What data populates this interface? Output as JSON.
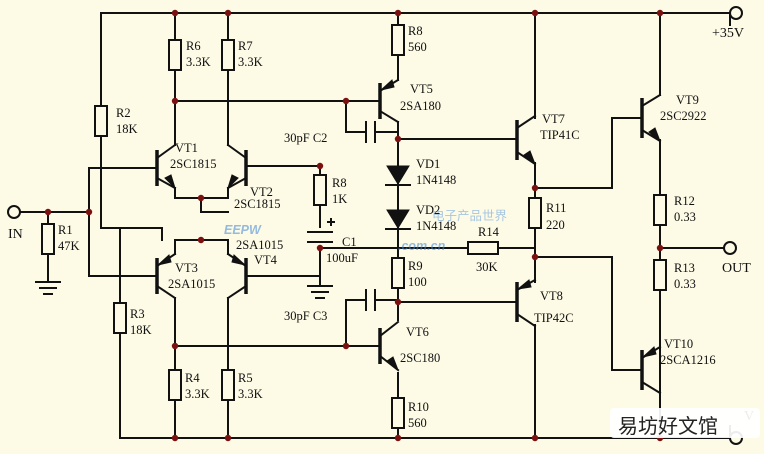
{
  "terminals": {
    "input": "IN",
    "output": "OUT",
    "supply_pos": "+35V",
    "supply_neg": "V"
  },
  "components": {
    "R1": {
      "ref": "R1",
      "value": "47K"
    },
    "R2": {
      "ref": "R2",
      "value": "18K"
    },
    "R3": {
      "ref": "R3",
      "value": "18K"
    },
    "R4": {
      "ref": "R4",
      "value": "3.3K"
    },
    "R5": {
      "ref": "R5",
      "value": "3.3K"
    },
    "R6": {
      "ref": "R6",
      "value": "3.3K"
    },
    "R7": {
      "ref": "R7",
      "value": "3.3K"
    },
    "R8a": {
      "ref": "R8",
      "value": "560"
    },
    "R8b": {
      "ref": "R8",
      "value": "1K"
    },
    "R9": {
      "ref": "R9",
      "value": "100"
    },
    "R10": {
      "ref": "R10",
      "value": "560"
    },
    "R11": {
      "ref": "R11",
      "value": "220"
    },
    "R12": {
      "ref": "R12",
      "value": "0.33"
    },
    "R13": {
      "ref": "R13",
      "value": "0.33"
    },
    "R14": {
      "ref": "R14",
      "value": "30K"
    },
    "C1": {
      "ref": "C1",
      "value": "100uF",
      "polarity": "+"
    },
    "C2": {
      "label": "30pF  C2"
    },
    "C3": {
      "label": "30pF  C3"
    },
    "VD1": {
      "ref": "VD1",
      "part": "1N4148"
    },
    "VD2": {
      "ref": "VD2",
      "part": "1N4148"
    },
    "VT1": {
      "ref": "VT1",
      "part": "2SC1815",
      "type": "NPN"
    },
    "VT2": {
      "ref": "VT2",
      "part": "2SC1815",
      "type": "NPN"
    },
    "VT3": {
      "ref": "VT3",
      "part": "2SA1015",
      "type": "PNP"
    },
    "VT4": {
      "ref": "VT4",
      "part": "2SA1015",
      "type": "PNP"
    },
    "VT5": {
      "ref": "VT5",
      "part": "2SA180",
      "type": "PNP"
    },
    "VT6": {
      "ref": "VT6",
      "part": "2SC180",
      "type": "NPN"
    },
    "VT7": {
      "ref": "VT7",
      "part": "TIP41C",
      "type": "NPN"
    },
    "VT8": {
      "ref": "VT8",
      "part": "TIP42C",
      "type": "PNP"
    },
    "VT9": {
      "ref": "VT9",
      "part": "2SC2922",
      "type": "NPN"
    },
    "VT10": {
      "ref": "VT10",
      "part": "2SCA1216",
      "type": "PNP"
    }
  },
  "watermark": {
    "logo": "EEPW",
    "domain": ".com.cn",
    "chinese": "电子产品世界"
  },
  "site_badge": "易坊好文馆",
  "colors": {
    "background": "#fdfbe6",
    "wire": "#111111",
    "junction": "#7a1010",
    "watermark": "#3f86d8"
  }
}
